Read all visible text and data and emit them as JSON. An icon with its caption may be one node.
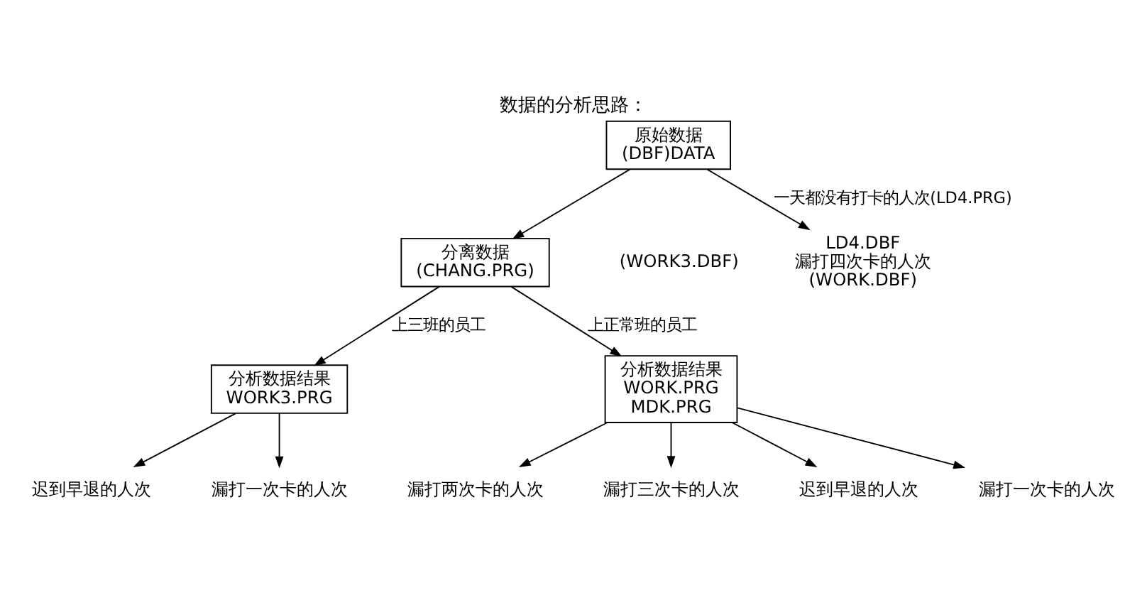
{
  "diagram": {
    "title": "数据的分析思路：",
    "nodes": [
      {
        "text": [
          "原始数据 (DBF)DATA"
        ]
      },
      {
        "text": [
          "分离数据 (CHANG.PRG)"
        ]
      },
      {
        "text": [
          "LD4.DBF 漏打四次卡的人次 (WORK.DBF)"
        ]
      },
      {
        "text": [
          "分析数据结果 WORK3.PRG"
        ]
      },
      {
        "text": [
          "分析数据结果 WORK.PRG MDK.PRG"
        ]
      },
      {
        "text": [
          "迟到早退的人次"
        ]
      },
      {
        "text": [
          "漏打一次卡的人次"
        ]
      },
      {
        "text": [
          "迟到早退的人次"
        ]
      },
      {
        "text": [
          "漏打一次卡的人次"
        ]
      },
      {
        "text": [
          "漏打两次卡的人次"
        ]
      },
      {
        "text": [
          "漏打三次卡的人次"
        ]
      }
    ],
    "edges": [
      {
        "from": 0,
        "to": 1,
        "arrow": "to"
      },
      {
        "from": 0,
        "to": 2,
        "arrow": "to",
        "label": "一天都没有打卡的人次(LD4.PRG)"
      },
      {
        "from": 1,
        "to": 3,
        "arrow": "to",
        "label": "上三班的员工"
      },
      {
        "from": 1,
        "to": 4,
        "arrow": "to",
        "label": "上正常班的员工"
      },
      {
        "from": 3,
        "to": 5,
        "arrow": "to"
      },
      {
        "from": 3,
        "to": 6,
        "arrow": "to"
      },
      {
        "from": 4,
        "to": 7,
        "arrow": "to"
      },
      {
        "from": 4,
        "to": 8,
        "arrow": "to"
      },
      {
        "from": 4,
        "to": 9,
        "arrow": "to"
      },
      {
        "from": 4,
        "to": 10,
        "arrow": "to"
      }
    ],
    "labels": [
      "(WORK3.DBF)"
    ]
  }
}
